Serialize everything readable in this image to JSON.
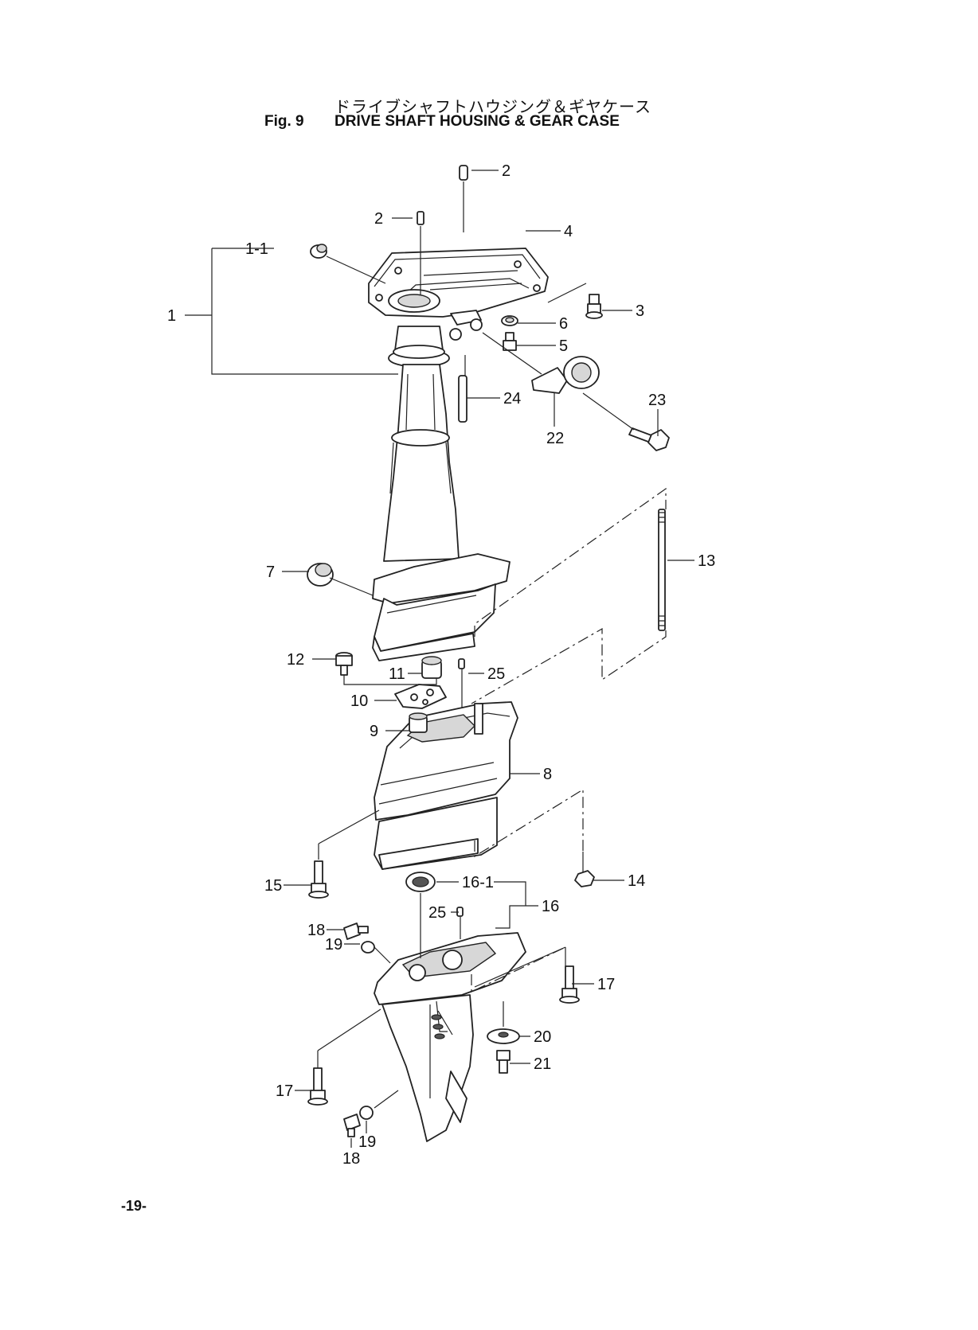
{
  "header": {
    "title_jp": "ドライブシャフトハウジング＆ギヤケース",
    "figure": "Fig. 9",
    "title_en": "DRIVE SHAFT HOUSING & GEAR CASE"
  },
  "footer": {
    "page_number": "-19-"
  },
  "callouts": {
    "c1": "1",
    "c1_1": "1-1",
    "c2a": "2",
    "c2b": "2",
    "c3": "3",
    "c4": "4",
    "c5": "5",
    "c6": "6",
    "c7": "7",
    "c8": "8",
    "c9": "9",
    "c10": "10",
    "c11": "11",
    "c12": "12",
    "c13": "13",
    "c14": "14",
    "c15": "15",
    "c16": "16",
    "c16_1": "16-1",
    "c17a": "17",
    "c17b": "17",
    "c18a": "18",
    "c18b": "18",
    "c19a": "19",
    "c19b": "19",
    "c20": "20",
    "c21": "21",
    "c22": "22",
    "c23": "23",
    "c24": "24",
    "c25a": "25",
    "c25b": "25"
  }
}
